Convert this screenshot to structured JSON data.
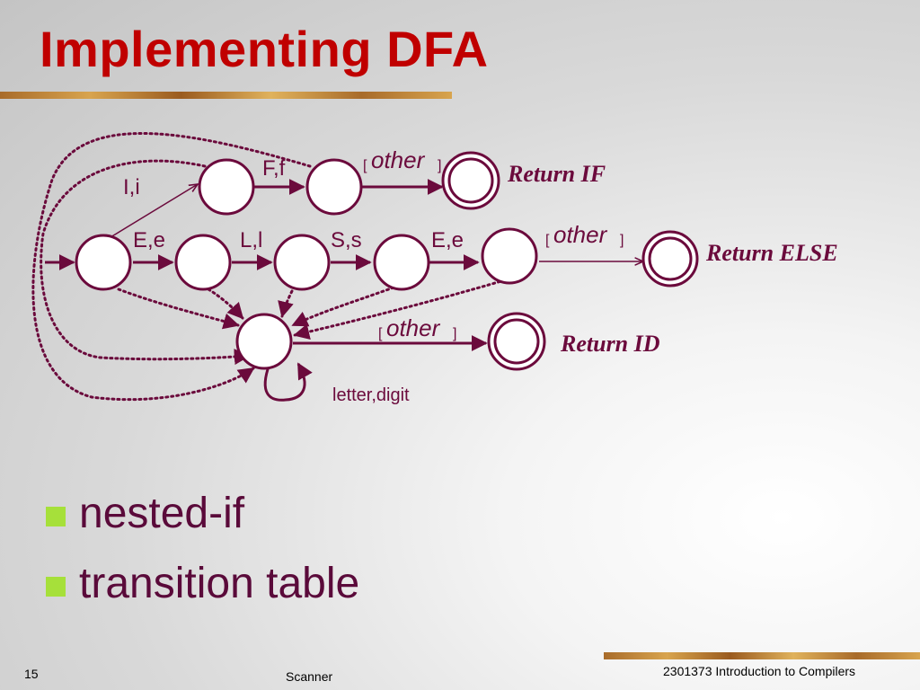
{
  "slide": {
    "title": "Implementing DFA",
    "bullets": [
      "nested-if",
      "transition table"
    ],
    "page_number": "15",
    "footer_center": "Scanner",
    "footer_right": "2301373 Introduction to Compilers"
  },
  "diagram": {
    "edge_labels": {
      "i": "I,i",
      "f": "F,f",
      "e1": "E,e",
      "l": "L,l",
      "s": "S,s",
      "e2": "E,e",
      "self_loop": "letter,digit"
    },
    "other_label": "other",
    "bracket_open": "[",
    "bracket_close": "]",
    "accept_labels": {
      "if": "Return IF",
      "else": "Return ELSE",
      "id": "Return ID"
    }
  },
  "colors": {
    "title": "#c00000",
    "diagram": "#6b0a3c",
    "bullet_square": "#a6e03a",
    "bullet_text": "#5a0a3a",
    "accent_band": "#c8913e"
  }
}
